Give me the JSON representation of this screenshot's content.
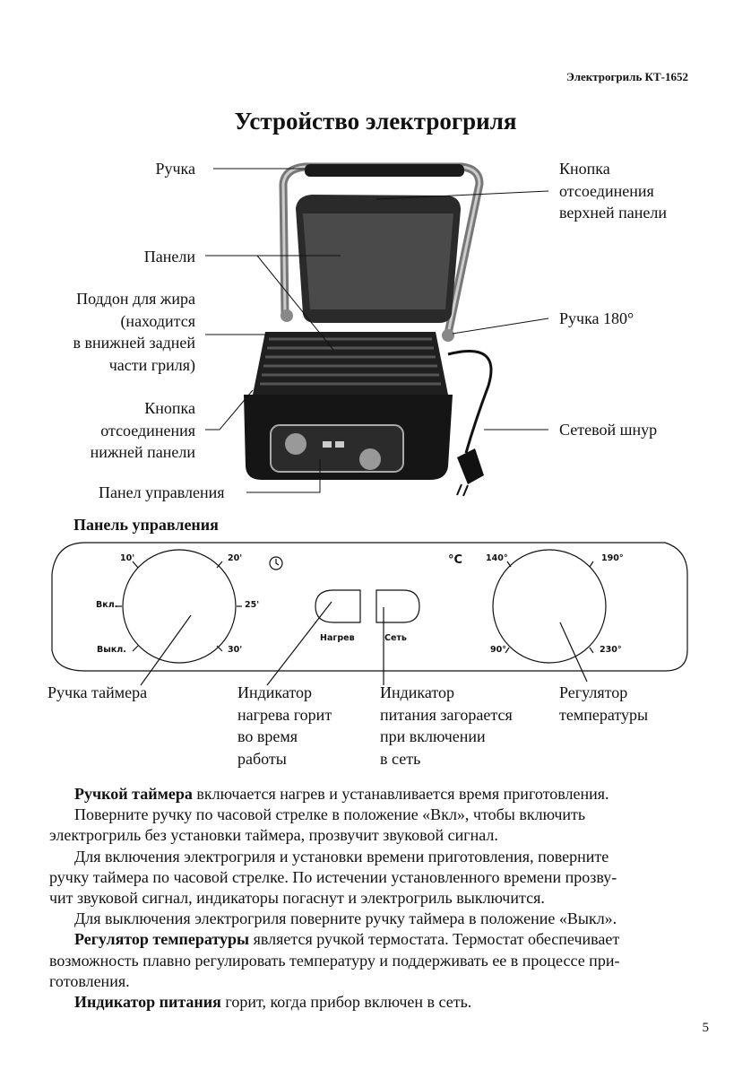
{
  "header": "Электрогриль КТ-1652",
  "title": "Устройство электрогриля",
  "grill_labels": {
    "handle": "Ручка",
    "panels": "Панели",
    "drip_tray": [
      "Поддон для жира",
      "(находится",
      "в внижней задней",
      "части гриля)"
    ],
    "lower_release": [
      "Кнопка",
      "отсоединения",
      "нижней панели"
    ],
    "control_panel": "Панел управления",
    "upper_release": [
      "Кнопка",
      "отсоединения",
      "верхней панели"
    ],
    "handle_180": "Ручка 180°",
    "cord": "Сетевой шнур"
  },
  "control_panel_heading": "Панель управления",
  "panel": {
    "timer_marks": [
      "10'",
      "20'",
      "25'",
      "30'",
      "Вкл.",
      "Выкл."
    ],
    "heat_label": "Нагрев",
    "power_label": "Сеть",
    "celsius": "°C",
    "temp_marks": [
      "140°",
      "190°",
      "90°",
      "230°"
    ]
  },
  "panel_callouts": {
    "timer_knob": "Ручка таймера",
    "heat_indicator": [
      "Индикатор",
      "нагрева горит",
      "во время",
      "работы"
    ],
    "power_indicator": [
      "Индикатор",
      "питания загорается",
      "при включении",
      "в сеть"
    ],
    "temp_regulator": [
      "Регулятор",
      "температуры"
    ]
  },
  "body": {
    "p1_bold": "Ручкой таймера",
    "p1_rest": " включается нагрев и устанавливается время приготовления.",
    "p2": "Поверните ручку по часовой стрелке в положение «Вкл», чтобы включить",
    "p2b": "электрогриль без установки таймера, прозвучит звуковой сигнал.",
    "p3": "Для включения электрогриля и установки времени приготовления, поверните",
    "p3b": "ручку таймера по часовой стрелке. По истечении установленного времени прозву-",
    "p3c": "чит звуковой сигнал, индикаторы погаснут и электрогриль выключится.",
    "p4": "Для выключения электрогриля поверните ручку таймера в положение «Выкл».",
    "p5_bold": "Регулятор температуры",
    "p5_rest": " является ручкой термостата. Термостат обеспечивает",
    "p5b": "возможность плавно регулировать температуру и поддерживать ее в процессе при-",
    "p5c": "готовления.",
    "p6_bold": "Индикатор питания",
    "p6_rest": " горит, когда прибор включен в сеть."
  },
  "page_number": "5"
}
